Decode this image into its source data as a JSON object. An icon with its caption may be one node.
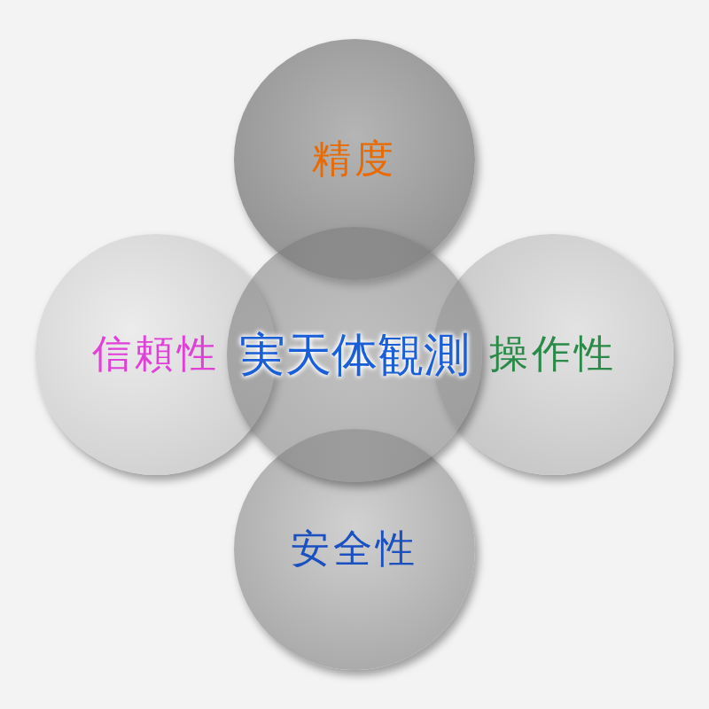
{
  "diagram": {
    "nodes": [
      {
        "text": [
          "精度"
        ]
      },
      {
        "text": [
          "信頼性"
        ]
      },
      {
        "text": [
          "実天体観測"
        ]
      },
      {
        "text": [
          "操作性"
        ]
      },
      {
        "text": [
          "安全性"
        ]
      }
    ]
  }
}
